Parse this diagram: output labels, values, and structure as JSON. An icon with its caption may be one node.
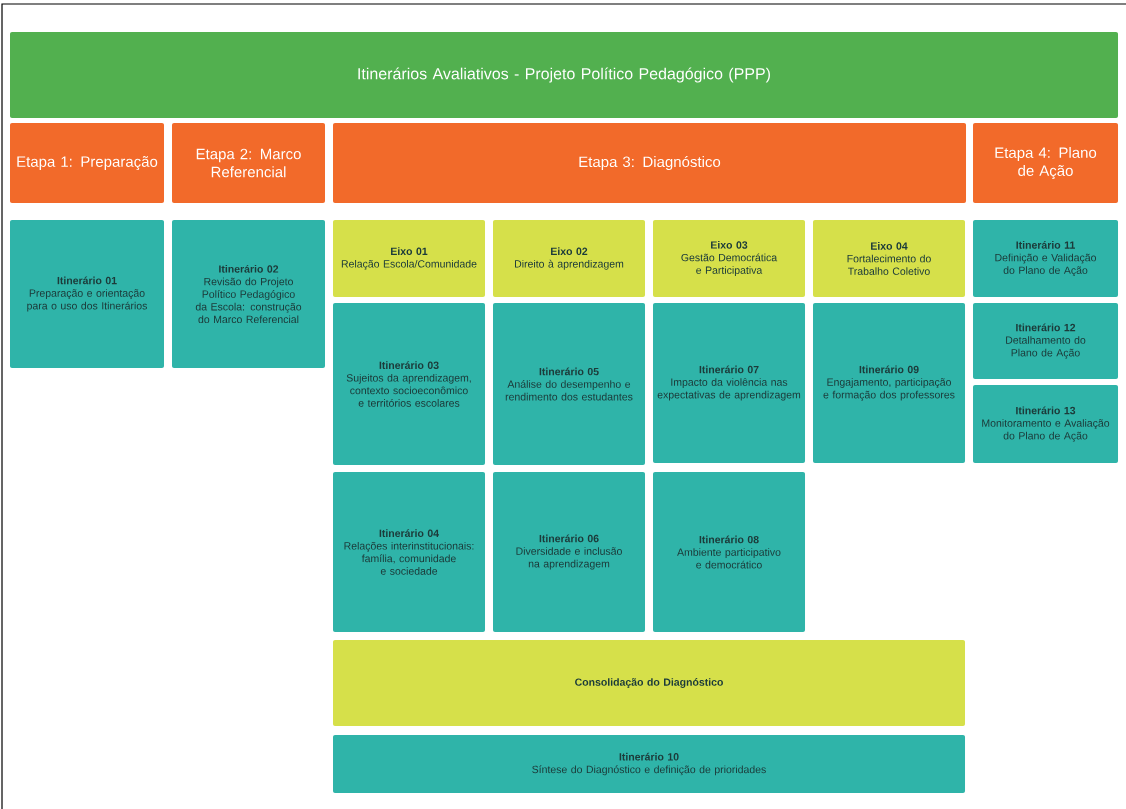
{
  "diagram": {
    "nodes": [
      {
        "text": [
          "Itinerários Avaliativos - Projeto Político Pedagógico (PPP)"
        ]
      },
      {
        "text": [
          "Etapa 1: Preparação"
        ]
      },
      {
        "text": [
          "Etapa 2: Marco Referencial"
        ]
      },
      {
        "text": [
          "Etapa 3: Diagnóstico"
        ]
      },
      {
        "text": [
          "Etapa 4: Plano de Ação"
        ]
      },
      {
        "text": [
          "Itinerário 01",
          "Preparação e orientação para o uso dos Itinerários"
        ]
      },
      {
        "text": [
          "Itinerário 02",
          "Revisão do Projeto Político Pedagógico da Escola: construção do Marco Referencial"
        ]
      },
      {
        "text": [
          "Eixo 01",
          "Relação Escola/Comunidade"
        ]
      },
      {
        "text": [
          "Eixo 02",
          "Direito à aprendizagem"
        ]
      },
      {
        "text": [
          "Eixo 03",
          "Gestão Democrática e Participativa"
        ]
      },
      {
        "text": [
          "Eixo 04",
          "Fortalecimento do Trabalho Coletivo"
        ]
      },
      {
        "text": [
          "Itinerário 11",
          "Definição e Validação do Plano de Ação"
        ]
      },
      {
        "text": [
          "Itinerário 03",
          "Sujeitos da aprendizagem, contexto socioeconômico e territórios escolares"
        ]
      },
      {
        "text": [
          "Itinerário 05",
          "Análise do desempenho e rendimento dos estudantes"
        ]
      },
      {
        "text": [
          "Itinerário 07",
          "Impacto da violência nas expectativas de aprendizagem"
        ]
      },
      {
        "text": [
          "Itinerário 09",
          "Engajamento, participação e formação dos professores"
        ]
      },
      {
        "text": [
          "Itinerário 12",
          "Detalhamento do Plano de Ação"
        ]
      },
      {
        "text": [
          "Itinerário 13",
          "Monitoramento e Avaliação do Plano de Ação"
        ]
      },
      {
        "text": [
          "Itinerário 04",
          "Relações interinstitucionais: família, comunidade e sociedade"
        ]
      },
      {
        "text": [
          "Itinerário 06",
          "Diversidade e inclusão na aprendizagem"
        ]
      },
      {
        "text": [
          "Itinerário 08",
          "Ambiente participativo e democrático"
        ]
      },
      {
        "text": [
          "Consolidação do Diagnóstico"
        ]
      },
      {
        "text": [
          "Itinerário 10",
          "Síntese do Diagnóstico e definição de prioridades"
        ]
      }
    ]
  }
}
